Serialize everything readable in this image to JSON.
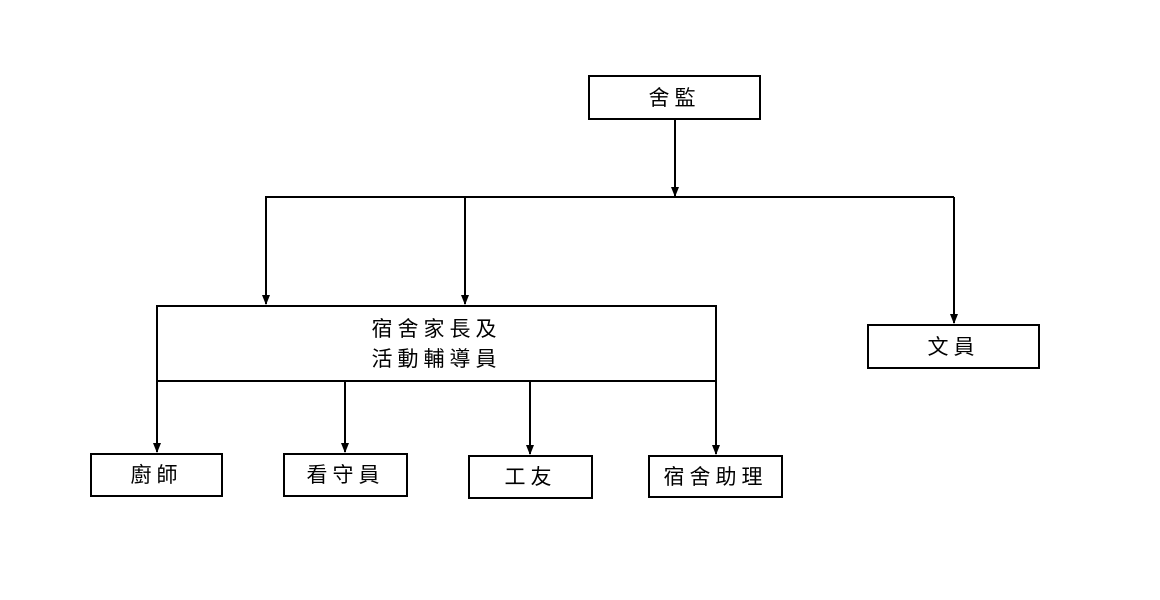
{
  "org_chart": {
    "top": {
      "label": "舍監"
    },
    "middle": {
      "line1": "宿舍家長及",
      "line2": "活動輔導員"
    },
    "side": {
      "label": "文員"
    },
    "bottom": [
      {
        "label": "廚師"
      },
      {
        "label": "看守員"
      },
      {
        "label": "工友"
      },
      {
        "label": "宿舍助理"
      }
    ]
  },
  "colors": {
    "line": "#000000",
    "box_border": "#000000",
    "background": "#ffffff"
  }
}
